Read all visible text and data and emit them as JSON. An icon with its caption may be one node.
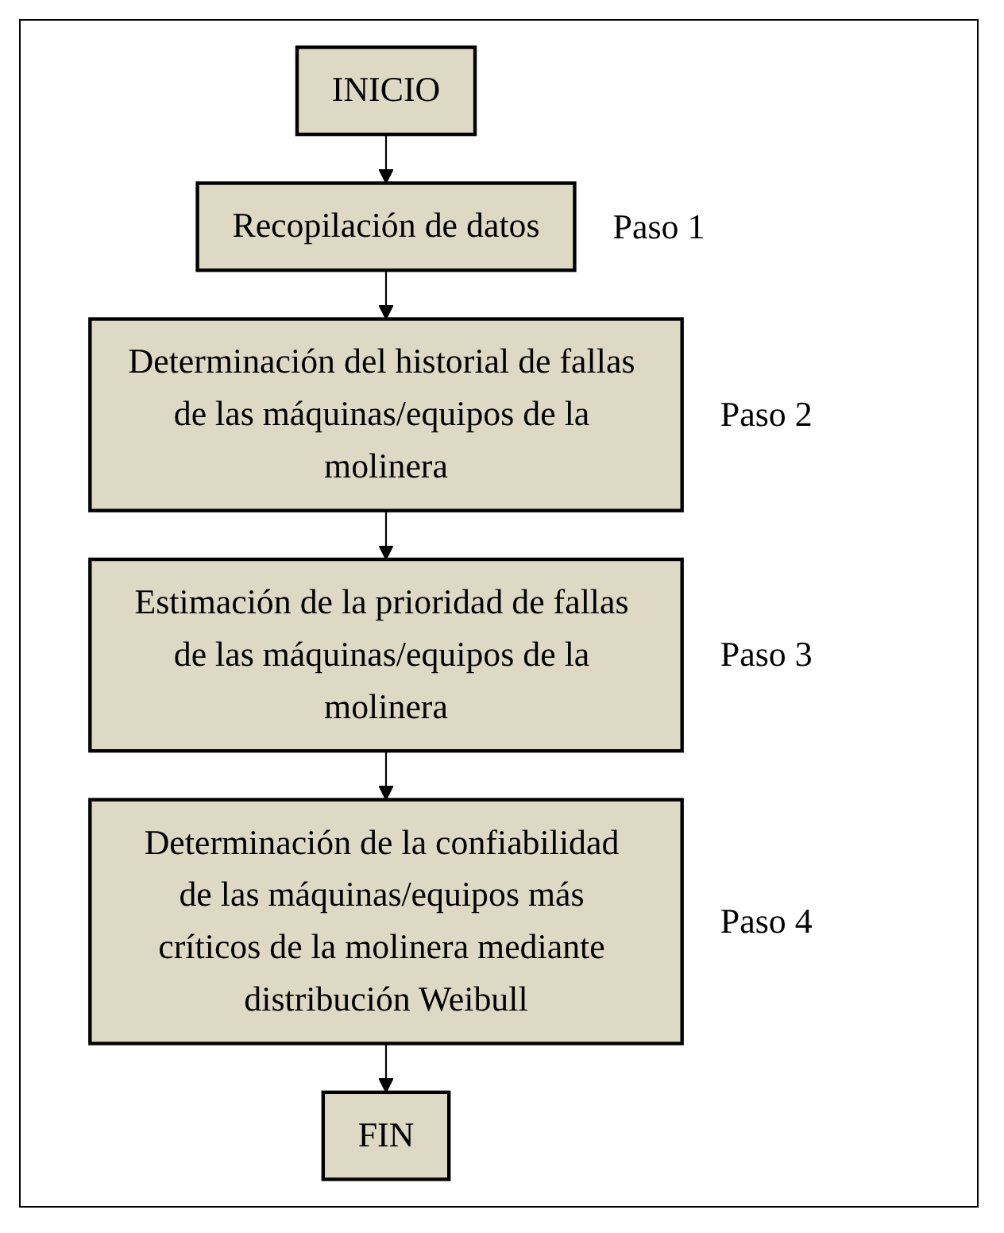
{
  "diagram": {
    "nodes": [
      {
        "text": [
          "INICIO"
        ]
      },
      {
        "text": [
          "Recopilación de datos"
        ],
        "beside": [
          "Paso 1"
        ]
      },
      {
        "text": [
          "Determinación del historial de fallas de las máquinas/equipos de la molinera"
        ],
        "beside": [
          "Paso 2"
        ]
      },
      {
        "text": [
          "Estimación de la prioridad de fallas de las máquinas/equipos de la molinera"
        ],
        "beside": [
          "Paso 3"
        ]
      },
      {
        "text": [
          "Determinación de la confiabilidad de las máquinas/equipos más críticos de la molinera mediante distribución Weibull"
        ],
        "beside": [
          "Paso 4"
        ]
      },
      {
        "text": [
          "FIN"
        ]
      }
    ],
    "edges": [
      {
        "from": 0,
        "to": 1,
        "arrow": "to"
      },
      {
        "from": 1,
        "to": 2,
        "arrow": "to"
      },
      {
        "from": 2,
        "to": 3,
        "arrow": "to"
      },
      {
        "from": 3,
        "to": 4,
        "arrow": "to"
      },
      {
        "from": 4,
        "to": 5,
        "arrow": "to"
      }
    ]
  }
}
